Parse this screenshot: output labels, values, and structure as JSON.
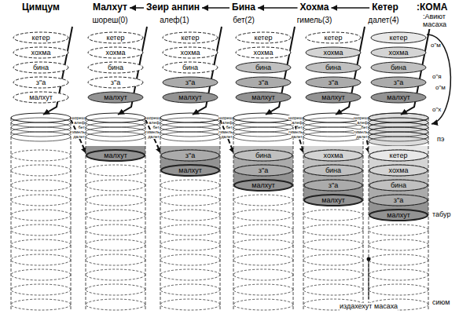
{
  "diagram": {
    "nodes": [
      {
        "text": [
          "кетер"
        ]
      },
      {
        "text": [
          "хохма"
        ]
      },
      {
        "text": [
          "бина"
        ]
      },
      {
        "text": [
          "з\"а"
        ]
      },
      {
        "text": [
          "малхут"
        ]
      },
      {
        "text": [
          "кетер"
        ]
      },
      {
        "text": [
          "хохма"
        ]
      },
      {
        "text": [
          "бина"
        ]
      },
      {
        "text": [
          "з\"а"
        ]
      },
      {
        "text": [
          "малхут"
        ]
      },
      {
        "text": [
          "малхут"
        ]
      },
      {
        "text": [
          "кетер"
        ]
      },
      {
        "text": [
          "хохма"
        ]
      },
      {
        "text": [
          "бина"
        ]
      },
      {
        "text": [
          "з\"а"
        ]
      },
      {
        "text": [
          "малхут"
        ]
      },
      {
        "text": [
          "з\"а"
        ]
      },
      {
        "text": [
          "малхут"
        ]
      },
      {
        "text": [
          "кетер"
        ]
      },
      {
        "text": [
          "хохма"
        ]
      },
      {
        "text": [
          "бина"
        ]
      },
      {
        "text": [
          "з\"а"
        ]
      },
      {
        "text": [
          "малхут"
        ]
      },
      {
        "text": [
          "бина"
        ]
      },
      {
        "text": [
          "з\"а"
        ]
      },
      {
        "text": [
          "малхут"
        ]
      },
      {
        "text": [
          "кетер"
        ]
      },
      {
        "text": [
          "хохма"
        ]
      },
      {
        "text": [
          "бина"
        ]
      },
      {
        "text": [
          "з\"а"
        ]
      },
      {
        "text": [
          "малхут"
        ]
      },
      {
        "text": [
          "хохма"
        ]
      },
      {
        "text": [
          "бина"
        ]
      },
      {
        "text": [
          "з\"а"
        ]
      },
      {
        "text": [
          "малхут"
        ]
      },
      {
        "text": [
          "кетер"
        ]
      },
      {
        "text": [
          "хохма"
        ]
      },
      {
        "text": [
          "бина"
        ]
      },
      {
        "text": [
          "з\"а"
        ]
      },
      {
        "text": [
          "малхут"
        ]
      },
      {
        "text": [
          "кетер"
        ]
      },
      {
        "text": [
          "хохма"
        ]
      },
      {
        "text": [
          "бина"
        ]
      },
      {
        "text": [
          "з\"а"
        ]
      },
      {
        "text": [
          "малхут"
        ]
      }
    ],
    "labels": [
      "Цимцум",
      "Малхут",
      "Зеир анпин",
      "Бина",
      "Хохма",
      "Кетер",
      ":КОМА",
      "шореш(0)",
      "алеф(1)",
      "бет(2)",
      "гимель(3)",
      "далет(4)",
      ":Авиют масаха",
      "шореш",
      "алеф",
      "бет",
      "гимель",
      "далет",
      "шореш",
      "алеф",
      "бет",
      "гимель",
      "далет",
      "шореш",
      "алеф",
      "бет",
      "гимель",
      "далет",
      "шореш",
      "алеф",
      "бет",
      "гимель",
      "далет",
      "шореш",
      "алеф",
      "бет",
      "гимель",
      "далет",
      "о\"м",
      "о\"я",
      "о\"м",
      "о\"х",
      "пэ",
      "табур",
      "сиюм",
      "издахехут масаха"
    ]
  }
}
